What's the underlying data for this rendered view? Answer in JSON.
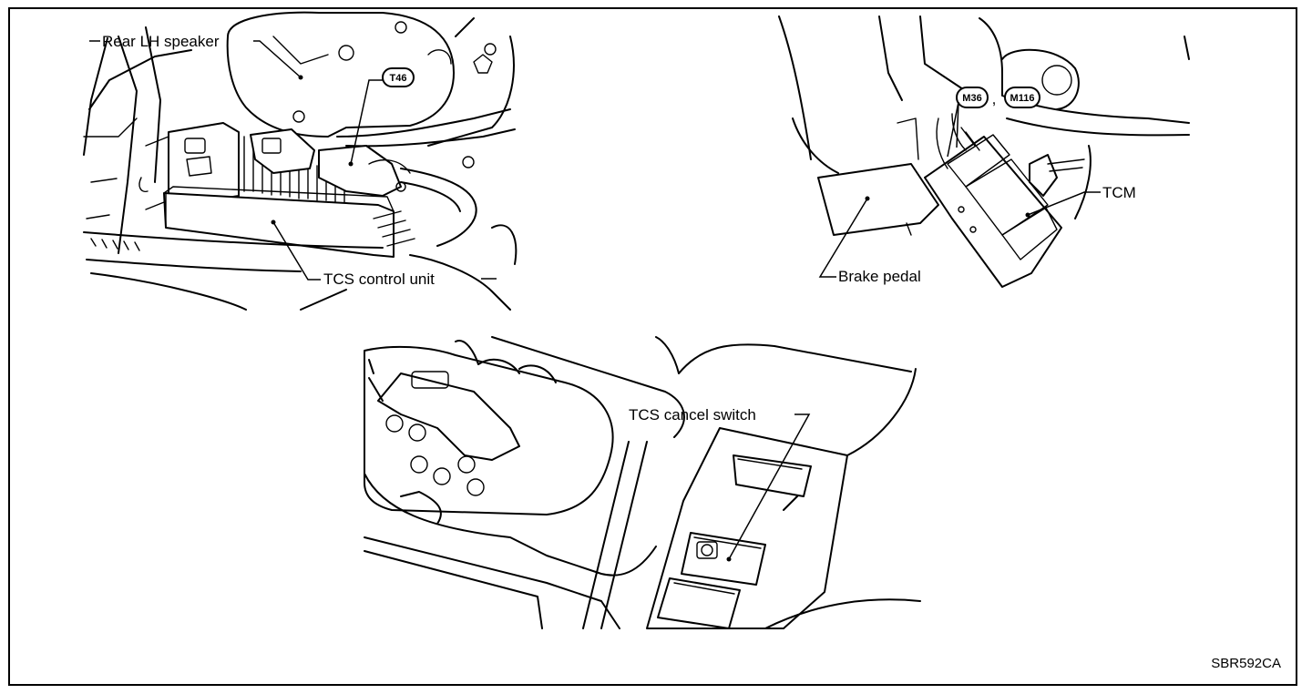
{
  "figure_id": "SBR592CA",
  "top_left": {
    "labels": {
      "speaker": "Rear LH speaker",
      "control_unit": "TCS control unit"
    },
    "connectors": {
      "t46": "T46"
    }
  },
  "top_right": {
    "labels": {
      "tcm": "TCM",
      "brake_pedal": "Brake pedal"
    },
    "connectors": {
      "m36": "M36",
      "separator": ",",
      "m116": "M116"
    }
  },
  "bottom": {
    "labels": {
      "cancel_switch": "TCS cancel switch"
    }
  },
  "colors": {
    "line": "#000000",
    "background": "#ffffff"
  }
}
